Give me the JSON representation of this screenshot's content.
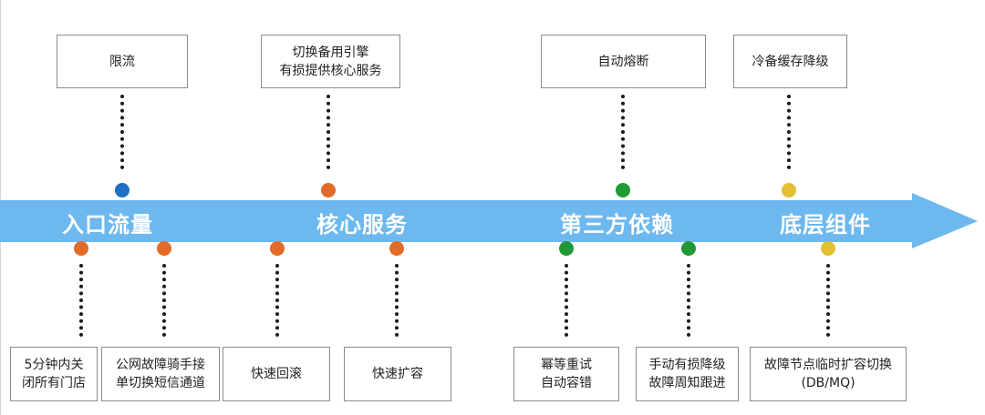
{
  "stages": [
    {
      "id": "entry",
      "label": "入口流量"
    },
    {
      "id": "core",
      "label": "核心服务"
    },
    {
      "id": "third",
      "label": "第三方依赖"
    },
    {
      "id": "base",
      "label": "底层组件"
    }
  ],
  "top_boxes": {
    "rate_limit": [
      "限流"
    ],
    "switch_engine": [
      "切换备用引擎",
      "有损提供核心服务"
    ],
    "circuit_breaker": [
      "自动熔断"
    ],
    "cold_cache": [
      "冷备缓存降级"
    ]
  },
  "bottom_boxes": {
    "close_stores": [
      "5分钟内关",
      "闭所有门店"
    ],
    "sms_channel": [
      "公网故障骑手接",
      "单切换短信通道"
    ],
    "rollback": [
      "快速回滚"
    ],
    "scale_out": [
      "快速扩容"
    ],
    "idempotent_retry": [
      "幂等重试",
      "自动容错"
    ],
    "manual_degrade": [
      "手动有损降级",
      "故障周知跟进"
    ],
    "node_switch": [
      "故障节点临时扩容切换",
      "(DB/MQ)"
    ]
  },
  "colors": {
    "arrow": "#6db8ee",
    "entry": "#1f6fc5",
    "core": "#e26b2a",
    "third": "#1f9a34",
    "base": "#e2c032"
  }
}
